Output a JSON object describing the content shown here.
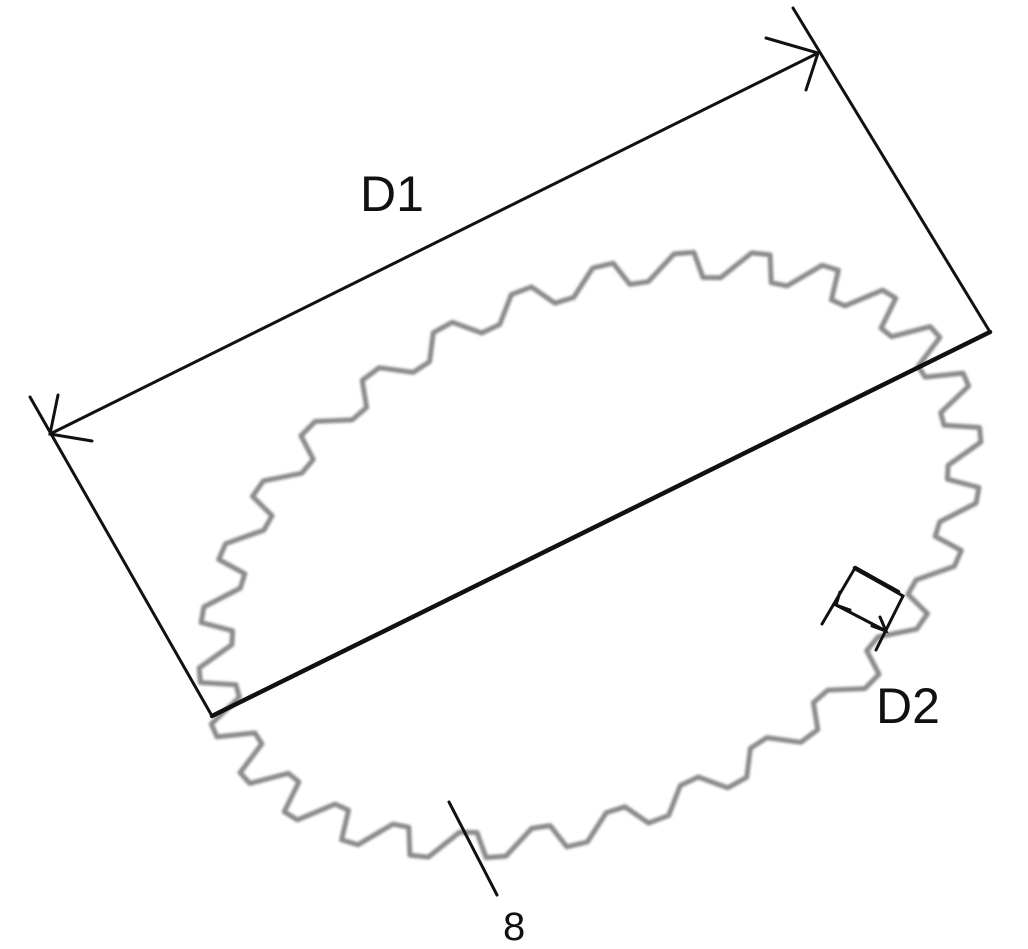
{
  "labels": {
    "dimension_1": "D1",
    "dimension_2": "D2",
    "reference_numeral": "8"
  },
  "colors": {
    "line": "#111111",
    "gear_outline": "#8a8a8a",
    "background": "#ffffff"
  }
}
